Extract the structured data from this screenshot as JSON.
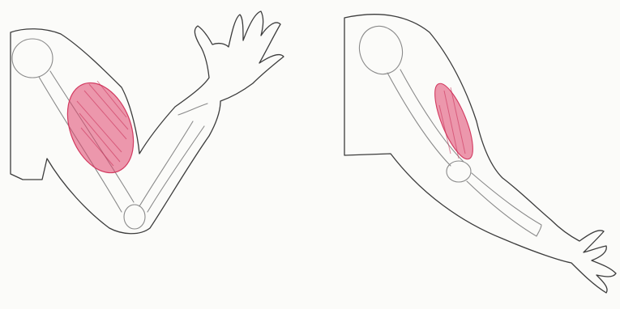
{
  "drawings": [
    {
      "pose": "flexed",
      "muscle_state": "contracted",
      "muscle_color": "#e0466e"
    },
    {
      "pose": "extended",
      "muscle_state": "relaxed",
      "muscle_color": "#e0466e"
    }
  ],
  "colors": {
    "pencil": "#3c3c3c",
    "bone": "#8a8a8a",
    "paper": "#fbfbf9"
  }
}
